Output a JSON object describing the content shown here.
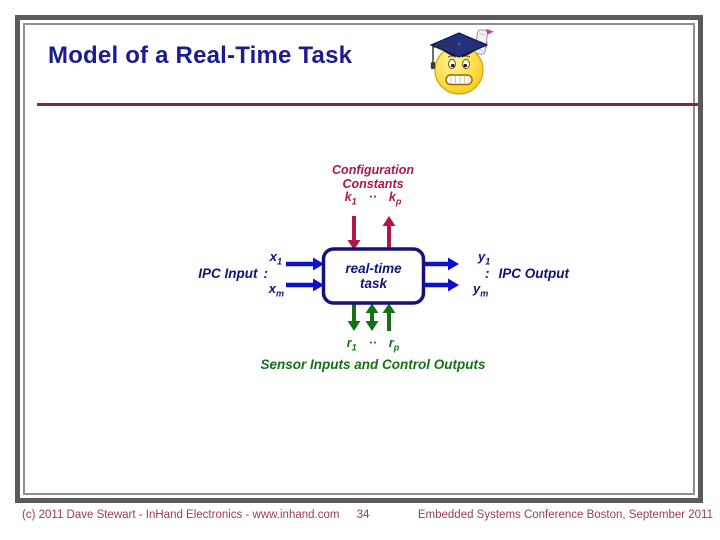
{
  "slide": {
    "title": "Model of a Real-Time Task"
  },
  "diagram": {
    "config": {
      "line1": "Configuration",
      "line2": "Constants"
    },
    "k_row": {
      "first_base": "k",
      "first_sub": "1",
      "dots": "··",
      "last_base": "k",
      "last_sub": "p"
    },
    "ipc_input": {
      "label": "IPC Input",
      "colon": ":"
    },
    "x_first": {
      "base": "x",
      "sub": "1"
    },
    "x_last": {
      "base": "x",
      "sub": "m"
    },
    "task_box": {
      "line1": "real-time",
      "line2": "task"
    },
    "y_first": {
      "base": "y",
      "sub": "1"
    },
    "ipc_output": {
      "colon": ":",
      "label": "IPC Output"
    },
    "y_last": {
      "base": "y",
      "sub": "m"
    },
    "r_row": {
      "first_base": "r",
      "first_sub": "1",
      "dots": "··",
      "last_base": "r",
      "last_sub": "p"
    },
    "sensor_label": "Sensor Inputs and Control Outputs"
  },
  "footer": {
    "left": "(c) 2011 Dave Stewart - InHand Electronics - www.inhand.com",
    "page_number": "34",
    "right": "Embedded Systems Conference Boston, September 2011"
  },
  "colors": {
    "title_navy": "#1c1c8e",
    "diagram_navy": "#12127a",
    "arrow_blue": "#1010cc",
    "crimson": "#b01648",
    "green": "#167016",
    "rule_maroon": "#8a2245",
    "footer_maroon": "#9d3a58",
    "frame_gray": "#5a5a5a"
  }
}
